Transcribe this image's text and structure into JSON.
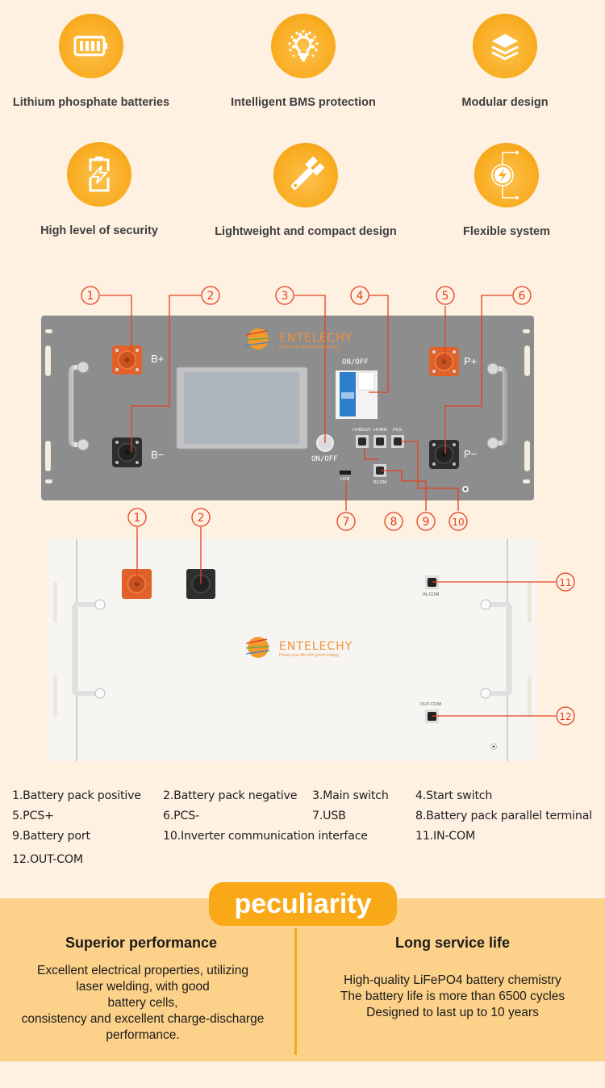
{
  "colors": {
    "background": "#fef1e2",
    "accent_orange": "#f9a818",
    "band": "#fcd189",
    "callout_red": "#e5401f",
    "front_panel_gray": "#8d8d8d"
  },
  "features": [
    {
      "label": "Lithium phosphate batteries",
      "icon": "battery-icon"
    },
    {
      "label": "Intelligent BMS protection",
      "icon": "lightbulb-icon"
    },
    {
      "label": "Modular design",
      "icon": "layers-icon"
    },
    {
      "label": "High level of security",
      "icon": "battery-charge-icon"
    },
    {
      "label": "Lightweight and compact design",
      "icon": "wrench-icon"
    },
    {
      "label": "Flexible system",
      "icon": "power-circuit-icon"
    }
  ],
  "front_panel": {
    "brand": "ENTELECHY",
    "tagline": "Power your life with green energy",
    "labels": {
      "b_plus": "B+",
      "b_minus": "B−",
      "p_plus": "P+",
      "p_minus": "P−",
      "breaker": "ON/OFF",
      "button": "ON/OFF",
      "usb": "USB",
      "hvbout": "HVBOUT",
      "hvbin": "HVBIN",
      "pcs": "PCS",
      "bcom": "BCOM"
    },
    "callouts": [
      "1",
      "2",
      "3",
      "4",
      "5",
      "6",
      "7",
      "8",
      "9",
      "10"
    ]
  },
  "back_panel": {
    "brand": "ENTELECHY",
    "tagline": "Power your life with green energy",
    "labels": {
      "in_com": "IN-COM",
      "out_com": "OUT-COM"
    },
    "callouts": [
      "1",
      "2",
      "11",
      "12"
    ]
  },
  "legend": [
    "1.Battery pack positive",
    "2.Battery pack negative",
    "3.Main switch",
    "4.Start switch",
    "5.PCS+",
    "6.PCS-",
    "7.USB",
    "8.Battery pack parallel terminal",
    "9.Battery port",
    "10.Inverter communication interface",
    "11.IN-COM",
    "12.OUT-COM"
  ],
  "peculiarity": {
    "title": "peculiarity",
    "left": {
      "heading": "Superior performance",
      "lines": [
        "Excellent electrical properties, utilizing",
        "laser welding, with good",
        "battery cells,",
        "consistency and excellent charge-discharge",
        "performance."
      ]
    },
    "right": {
      "heading": "Long service life",
      "lines": [
        "High-quality LiFePO4 battery chemistry",
        "The battery life is more than 6500 cycles",
        "Designed to last up to 10 years"
      ]
    }
  }
}
